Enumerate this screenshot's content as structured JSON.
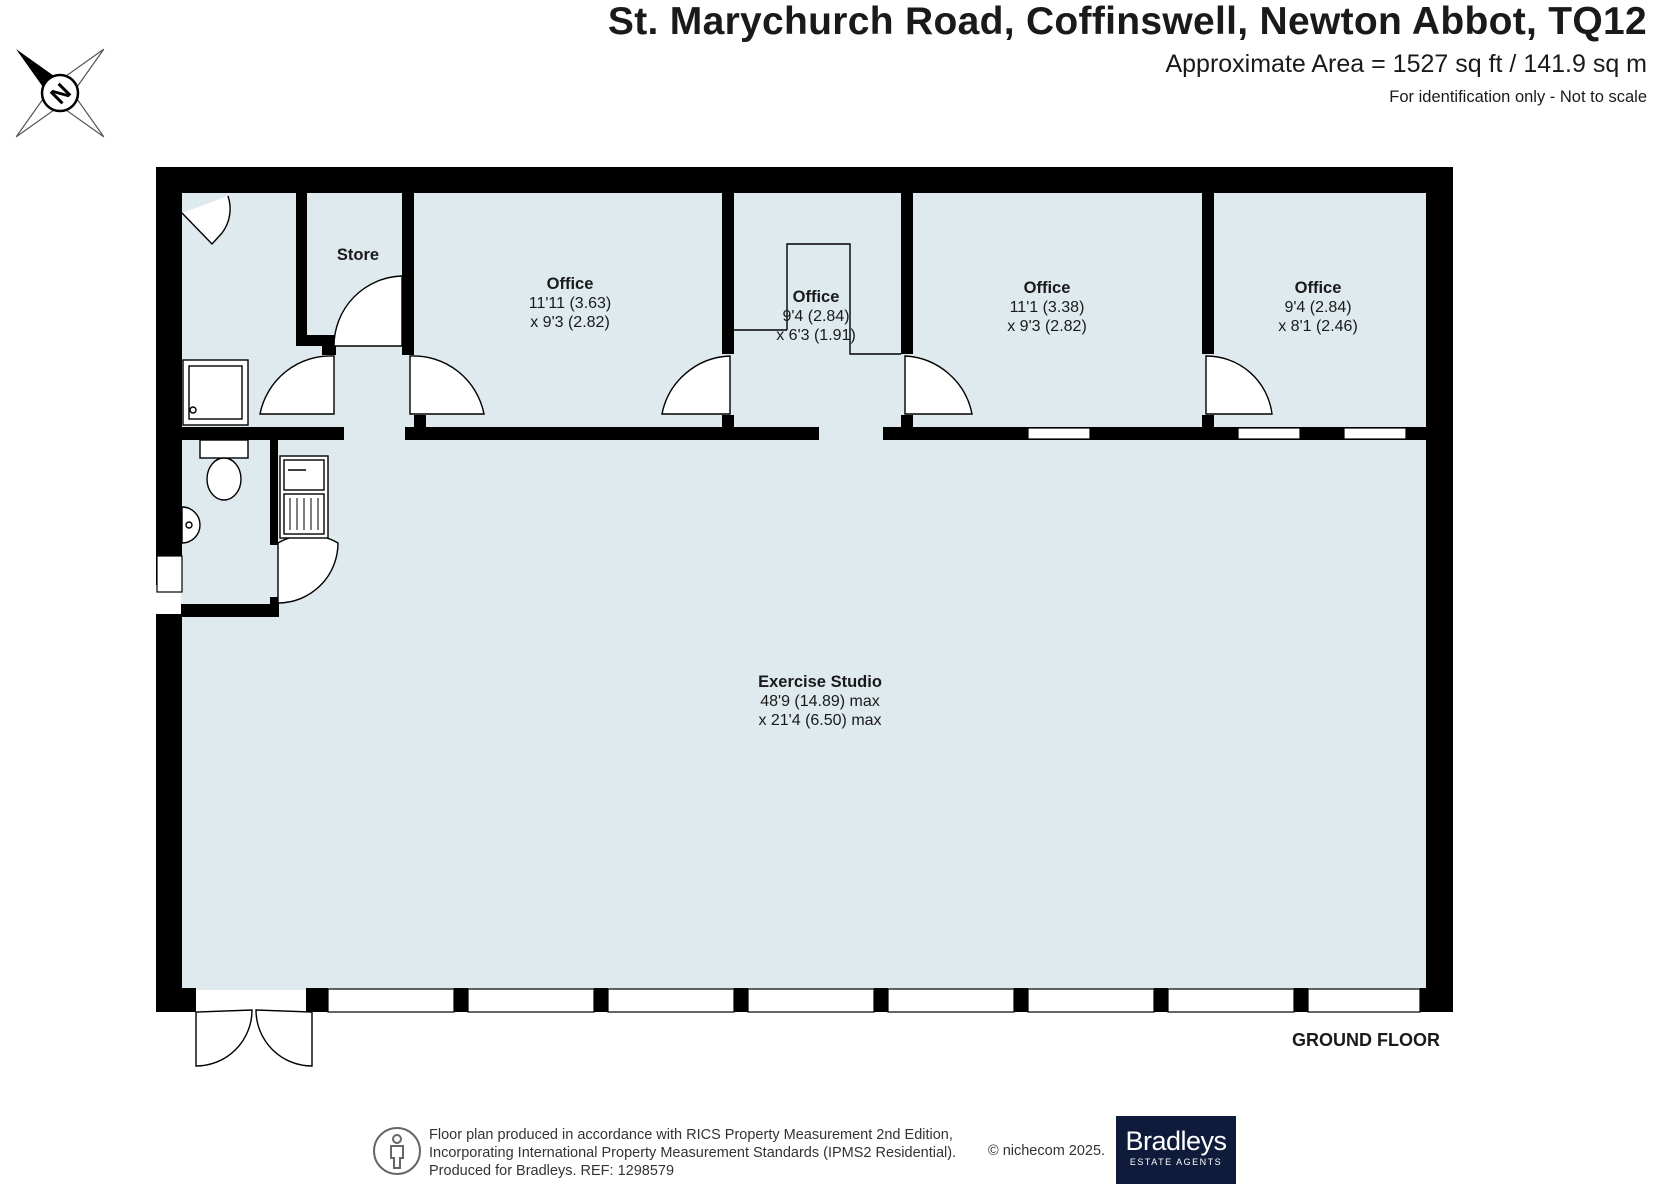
{
  "header": {
    "title": "St. Marychurch Road, Coffinswell, Newton Abbot, TQ12",
    "area": "Approximate Area = 1527 sq ft / 141.9 sq m",
    "identification": "For identification only - Not to scale"
  },
  "compass": {
    "letter": "N",
    "icon": "compass-rose-icon"
  },
  "rooms": [
    {
      "name": "Store",
      "dims1": "",
      "dims2": ""
    },
    {
      "name": "Office",
      "dims1": "11'11 (3.63)",
      "dims2": "x 9'3 (2.82)"
    },
    {
      "name": "Office",
      "dims1": "9'4 (2.84)",
      "dims2": "x 6'3 (1.91)"
    },
    {
      "name": "Office",
      "dims1": "11'1 (3.38)",
      "dims2": "x 9'3 (2.82)"
    },
    {
      "name": "Office",
      "dims1": "9'4 (2.84)",
      "dims2": "x 8'1 (2.46)"
    },
    {
      "name": "Exercise Studio",
      "dims1": "48'9 (14.89) max",
      "dims2": "x 21'4 (6.50) max"
    }
  ],
  "floor_label": "GROUND FLOOR",
  "footer": {
    "line1": "Floor plan produced in accordance with RICS Property Measurement 2nd Edition,",
    "line2": "Incorporating International Property Measurement Standards (IPMS2 Residential).",
    "line3": "Produced for Bradleys.   REF:  1298579",
    "copyright": "© nichecom 2025.",
    "logo_brand": "Bradleys",
    "logo_sub": "ESTATE AGENTS"
  },
  "colors": {
    "wall": "#000000",
    "floor": "#dfeaee",
    "logo_bg": "#0f1b3a"
  }
}
